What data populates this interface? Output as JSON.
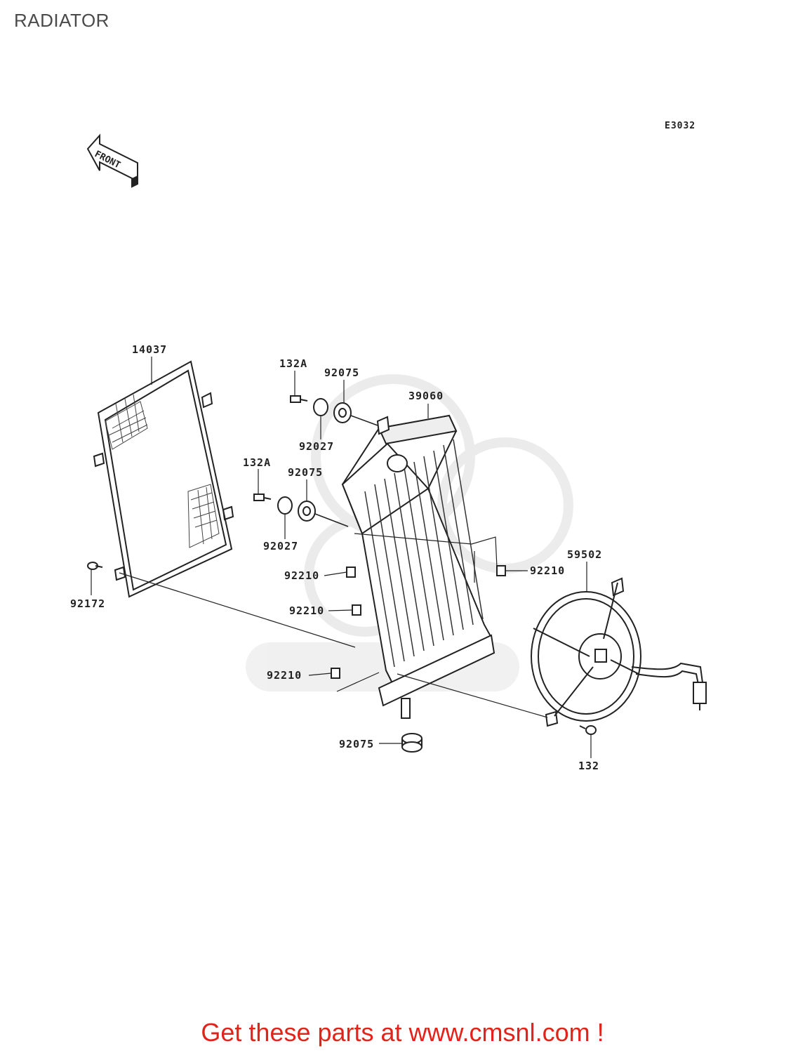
{
  "page": {
    "title": "RADIATOR",
    "diagram_code": "E3032"
  },
  "front_arrow": {
    "label": "FRONT"
  },
  "callouts": [
    {
      "id": "c14037",
      "text": "14037"
    },
    {
      "id": "c132a-top",
      "text": "132A"
    },
    {
      "id": "c92075-top",
      "text": "92075"
    },
    {
      "id": "c39060",
      "text": "39060"
    },
    {
      "id": "c92027-top",
      "text": "92027"
    },
    {
      "id": "c132a-mid",
      "text": "132A"
    },
    {
      "id": "c92075-mid",
      "text": "92075"
    },
    {
      "id": "c92027-mid",
      "text": "92027"
    },
    {
      "id": "c59502",
      "text": "59502"
    },
    {
      "id": "c92210-right",
      "text": "92210"
    },
    {
      "id": "c92210-a",
      "text": "92210"
    },
    {
      "id": "c92210-b",
      "text": "92210"
    },
    {
      "id": "c92210-c",
      "text": "92210"
    },
    {
      "id": "c92172",
      "text": "92172"
    },
    {
      "id": "c92075-bottom",
      "text": "92075"
    },
    {
      "id": "c132",
      "text": "132"
    }
  ],
  "footer": {
    "text": "Get these parts at www.cmsnl.com !",
    "color": "#e2231a"
  }
}
